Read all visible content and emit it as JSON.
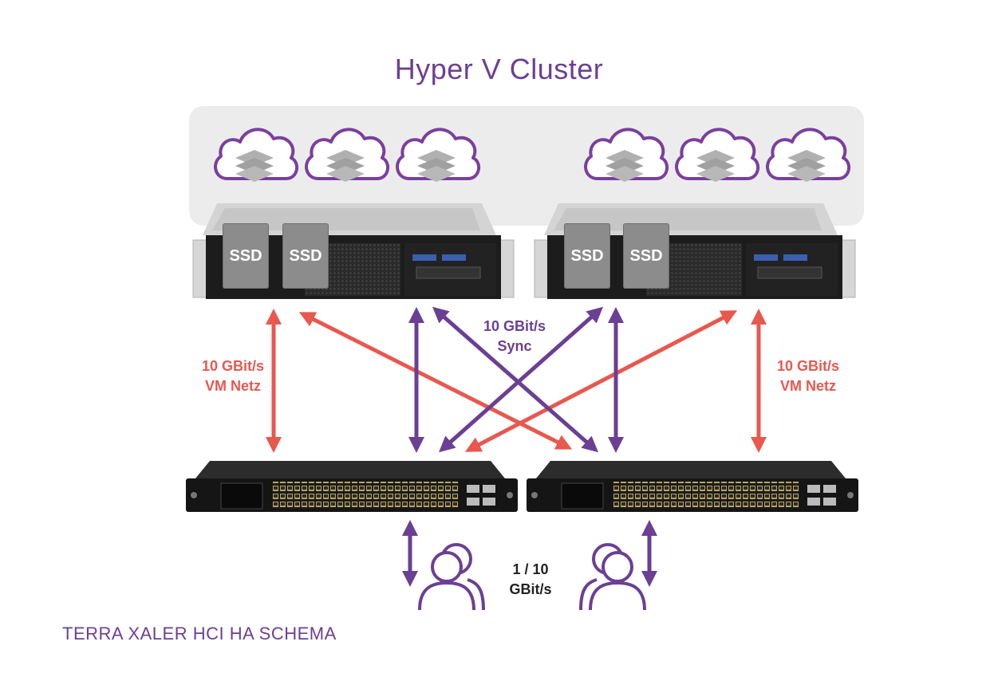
{
  "title": "Hyper V Cluster",
  "footer": "TERRA XALER HCI HA SCHEMA",
  "servers": [
    {
      "ssd_labels": [
        "SSD",
        "SSD"
      ]
    },
    {
      "ssd_labels": [
        "SSD",
        "SSD"
      ]
    }
  ],
  "labels": {
    "vm_left": [
      "10 GBit/s",
      "VM Netz"
    ],
    "vm_right": [
      "10 GBit/s",
      "VM Netz"
    ],
    "sync": [
      "10 GBit/s",
      "Sync"
    ],
    "client": [
      "1 / 10",
      "GBit/s"
    ]
  },
  "colors": {
    "purple": "#6b3f94",
    "red": "#e8584f",
    "cloud_bg": "#ececec"
  },
  "icons": [
    "cloud-icon",
    "storage-layers-icon",
    "server-chassis",
    "network-switch",
    "users-icon"
  ]
}
